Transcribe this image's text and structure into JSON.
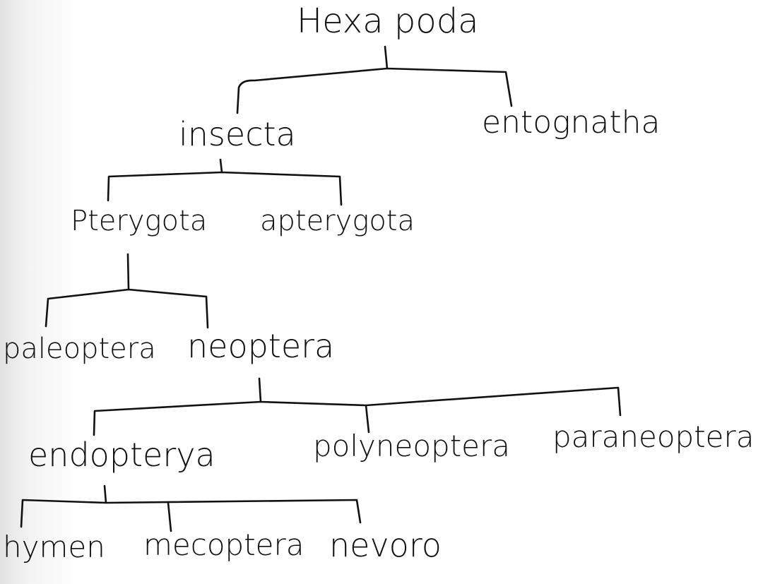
{
  "diagram": {
    "type": "tree",
    "colors": {
      "ink": "#111111",
      "paper": "#ffffff"
    },
    "nodes": {
      "hexapoda": "Hexa poda",
      "insecta": "insecta",
      "entognatha": "entognatha",
      "pterygota": "Pterygota",
      "apterygota": "apterygota",
      "paleoptera": "paleoptera",
      "neoptera": "neoptera",
      "endopterygota": "endopterya",
      "polyneoptera": "polyneoptera",
      "paraneoptera": "paraneoptera",
      "hymenoptera": "hymen",
      "mecoptera": "mecoptera",
      "neuroptera": "nevoro"
    },
    "edges": [
      [
        "hexapoda",
        "insecta"
      ],
      [
        "hexapoda",
        "entognatha"
      ],
      [
        "insecta",
        "pterygota"
      ],
      [
        "insecta",
        "apterygota"
      ],
      [
        "pterygota",
        "paleoptera"
      ],
      [
        "pterygota",
        "neoptera"
      ],
      [
        "neoptera",
        "endopterygota"
      ],
      [
        "neoptera",
        "polyneoptera"
      ],
      [
        "neoptera",
        "paraneoptera"
      ],
      [
        "endopterygota",
        "hymenoptera"
      ],
      [
        "endopterygota",
        "mecoptera"
      ],
      [
        "endopterygota",
        "neuroptera"
      ]
    ]
  }
}
